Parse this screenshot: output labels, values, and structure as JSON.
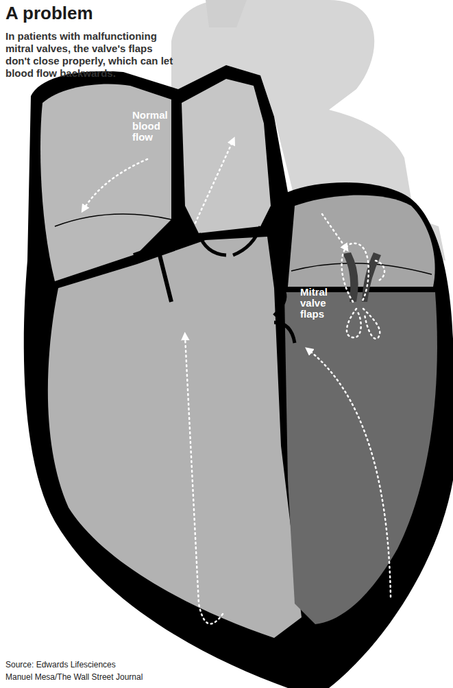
{
  "diagram": {
    "title": "A problem",
    "caption": "In patients with malfunctioning mitral valves, the valve's flaps don't close properly, which can let blood flow backwards.",
    "labels": [
      "Normal blood flow",
      "Mitral valve flaps",
      "Source: Edwards Lifesciences",
      "Manuel Mesa/The Wall Street Journal"
    ]
  }
}
